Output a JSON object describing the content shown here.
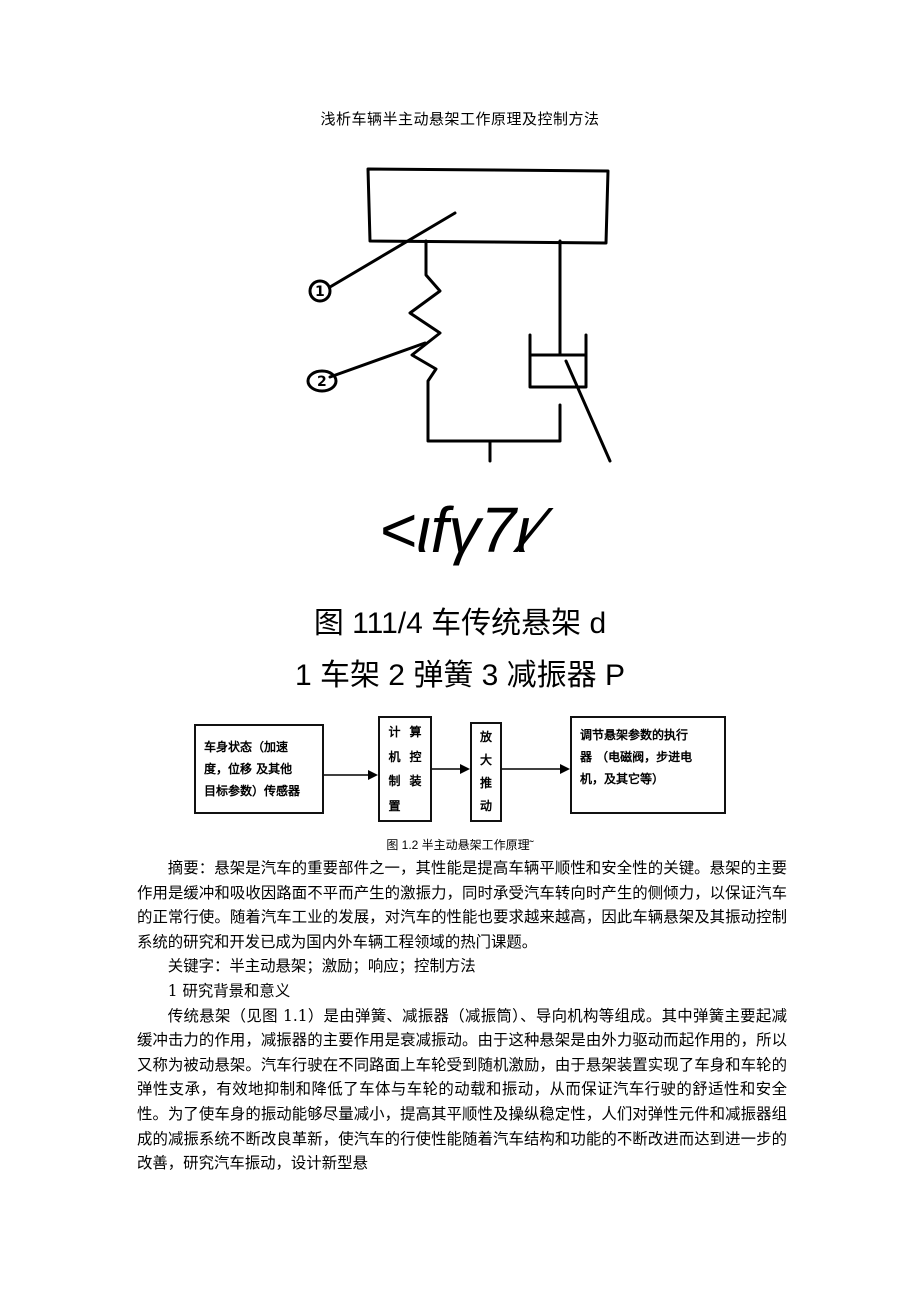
{
  "header": {
    "title": "浅析车辆半主动悬架工作原理及控制方法"
  },
  "figure1": {
    "labels": [
      "1",
      "2"
    ],
    "ocr_text": "<ιfγ7ι⁄",
    "caption_line1": "图 111/4 车传统悬架 d",
    "caption_line2": "1 车架 2 弹簧 3 减振器 P"
  },
  "figure2": {
    "box1": [
      "车身状态（加速",
      "度，位移 及其他",
      "目标参数）传感器"
    ],
    "box2_col1": [
      "计",
      "机",
      "制",
      "置"
    ],
    "box2_col2": [
      "算",
      "控",
      "装",
      ""
    ],
    "box3": [
      "放",
      "大",
      "推",
      "动"
    ],
    "box4": [
      "调节悬架参数的执行",
      "器 （电磁阀，步进电",
      "机，及其它等）"
    ],
    "caption": "图 1.2 半主动悬架工作原理˜"
  },
  "body": {
    "abstract": "摘要：悬架是汽车的重要部件之一，其性能是提高车辆平顺性和安全性的关键。悬架的主要作用是缓冲和吸收因路面不平而产生的激振力，同时承受汽车转向时产生的侧倾力，以保证汽车的正常行使。随着汽车工业的发展，对汽车的性能也要求越来越高，因此车辆悬架及其振动控制系统的研究和开发已成为国内外车辆工程领域的热门课题。",
    "keywords": "关键字：半主动悬架；激励；响应；控制方法",
    "section1": "1 研究背景和意义",
    "para1": "传统悬架（见图 1.1）是由弹簧、减振器（减振筒）、导向机构等组成。其中弹簧主要起减缓冲击力的作用，减振器的主要作用是衰减振动。由于这种悬架是由外力驱动而起作用的，所以又称为被动悬架。汽车行驶在不同路面上车轮受到随机激励，由于悬架装置实现了车身和车轮的弹性支承，有效地抑制和降低了车体与车轮的动载和振动，从而保证汽车行驶的舒适性和安全性。为了使车身的振动能够尽量减小，提高其平顺性及操纵稳定性，人们对弹性元件和减振器组成的减振系统不断改良革新，使汽车的行使性能随着汽车结构和功能的不断改进而达到进一步的改善，研究汽车振动，设计新型悬"
  }
}
